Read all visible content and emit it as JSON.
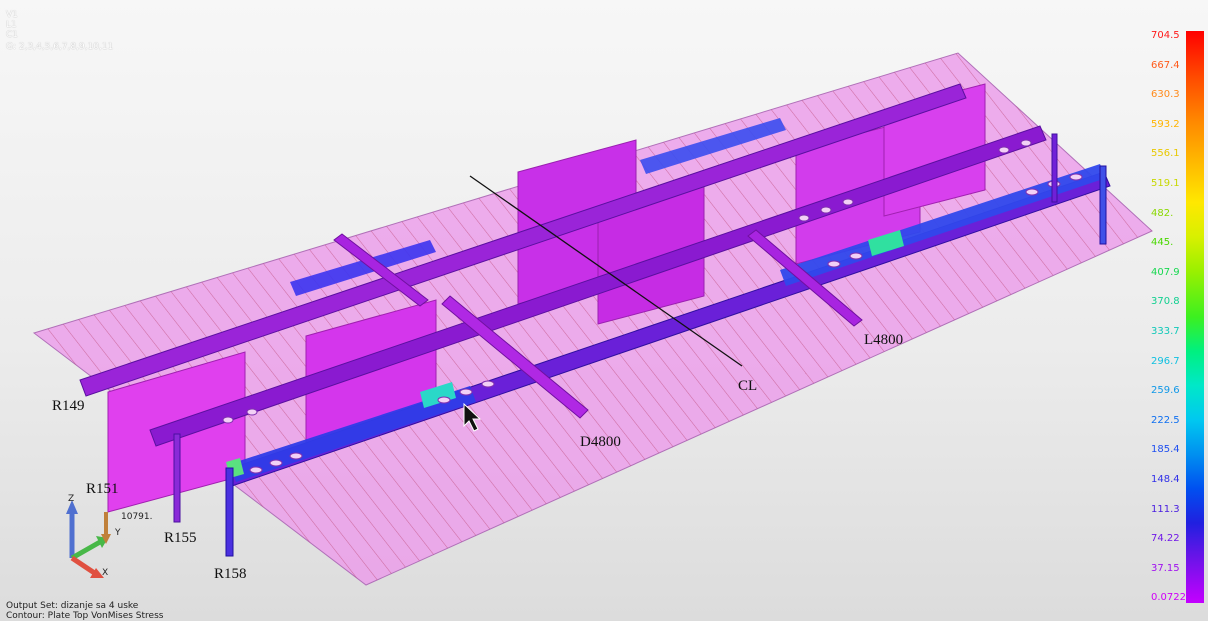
{
  "view": {
    "lines": [
      "V1",
      "L1",
      "C1",
      "G: 2,3,4,5,6,7,8,9,10,11"
    ]
  },
  "labels": {
    "r149": "R149",
    "r151": "R151",
    "r155": "R155",
    "r158": "R158",
    "cl": "CL",
    "d4800": "D4800",
    "l4800": "L4800"
  },
  "legend": {
    "values": [
      "704.5",
      "667.4",
      "630.3",
      "593.2",
      "556.1",
      "519.1",
      "482.",
      "445.",
      "407.9",
      "370.8",
      "333.7",
      "296.7",
      "259.6",
      "222.5",
      "185.4",
      "148.4",
      "111.3",
      "74.22",
      "37.15",
      "0.0722"
    ],
    "colors": [
      "#ff1a1a",
      "#ff5a1a",
      "#ff8a1a",
      "#ffb400",
      "#e8c800",
      "#c8d800",
      "#8ad800",
      "#4ad800",
      "#18d850",
      "#10d090",
      "#10c8b8",
      "#10c0e0",
      "#1098e8",
      "#1070f0",
      "#2050f0",
      "#3030e8",
      "#4a20e0",
      "#7018e8",
      "#a010f0",
      "#d000f8"
    ]
  },
  "axis": {
    "distance": "10791.",
    "x": "X",
    "y": "Y",
    "z": "Z"
  },
  "status": {
    "output_set": "Output Set: dizanje sa 4 uske",
    "contour": "Contour: Plate Top VonMises Stress"
  }
}
